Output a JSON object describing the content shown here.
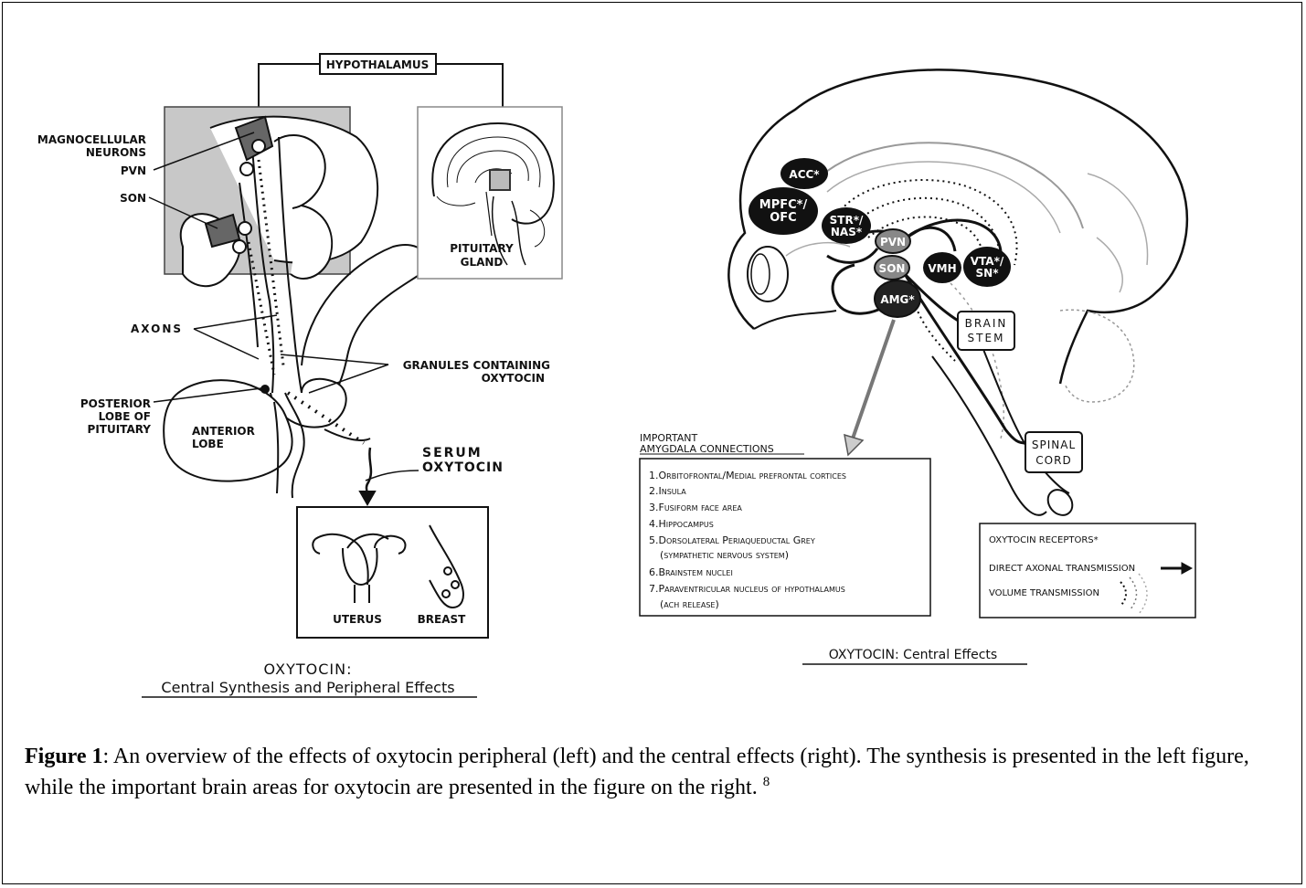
{
  "left_figure": {
    "labels": {
      "hypothalamus": "HYPOTHALAMUS",
      "magnocellular_1": "MAGNOCELLULAR",
      "magnocellular_2": "NEURONS",
      "pvn": "PVN",
      "son": "SON",
      "pituitary_1": "PITUITARY",
      "pituitary_2": "GLAND",
      "axons": "AXONS",
      "granules_1": "GRANULES CONTAINING",
      "granules_2": "OXYTOCIN",
      "posterior_1": "POSTERIOR",
      "posterior_2": "LOBE OF",
      "posterior_3": "PITUITARY",
      "anterior_1": "ANTERIOR",
      "anterior_2": "LOBE",
      "serum_1": "SERUM",
      "serum_2": "OXYTOCIN",
      "uterus": "UTERUS",
      "breast": "BREAST"
    },
    "title_1": "OXYTOCIN:",
    "title_2": "Central Synthesis and Peripheral Effects"
  },
  "right_figure": {
    "nodes": {
      "acc": "ACC*",
      "mpfc_1": "MPFC*/",
      "mpfc_2": "OFC",
      "str_1": "STR*/",
      "str_2": "NAS*",
      "pvn": "PVN",
      "son": "SON",
      "amg": "AMG*",
      "vmh": "VMH",
      "vta_1": "VTA*/",
      "vta_2": "SN*"
    },
    "brain_stem_1": "BRAIN",
    "brain_stem_2": "STEM",
    "spinal_1": "SPINAL",
    "spinal_2": "CORD",
    "amygdala_heading_1": "IMPORTANT",
    "amygdala_heading_2": "AMYGDALA CONNECTIONS",
    "amygdala_list": [
      "1.Orbitofrontal/Medial prefrontal cortices",
      "2.Insula",
      "3.Fusiform face area",
      "4.Hippocampus",
      "5.Dorsolateral Periaqueductal Grey",
      "(sympathetic nervous system)",
      "6.Brainstem nuclei",
      "7.Paraventricular nucleus of hypothalamus",
      "(ach release)"
    ],
    "legend": {
      "receptors": "OXYTOCIN RECEPTORS*",
      "direct": "DIRECT AXONAL TRANSMISSION",
      "volume": "VOLUME TRANSMISSION"
    },
    "title": "OXYTOCIN: Central Effects"
  },
  "caption": {
    "label": "Figure 1",
    "text": ": An overview of the effects of oxytocin peripheral (left) and the central effects (right). The synthesis is presented in the left figure, while the important brain areas for oxytocin are presented in the figure on the right. ",
    "ref": "8"
  }
}
